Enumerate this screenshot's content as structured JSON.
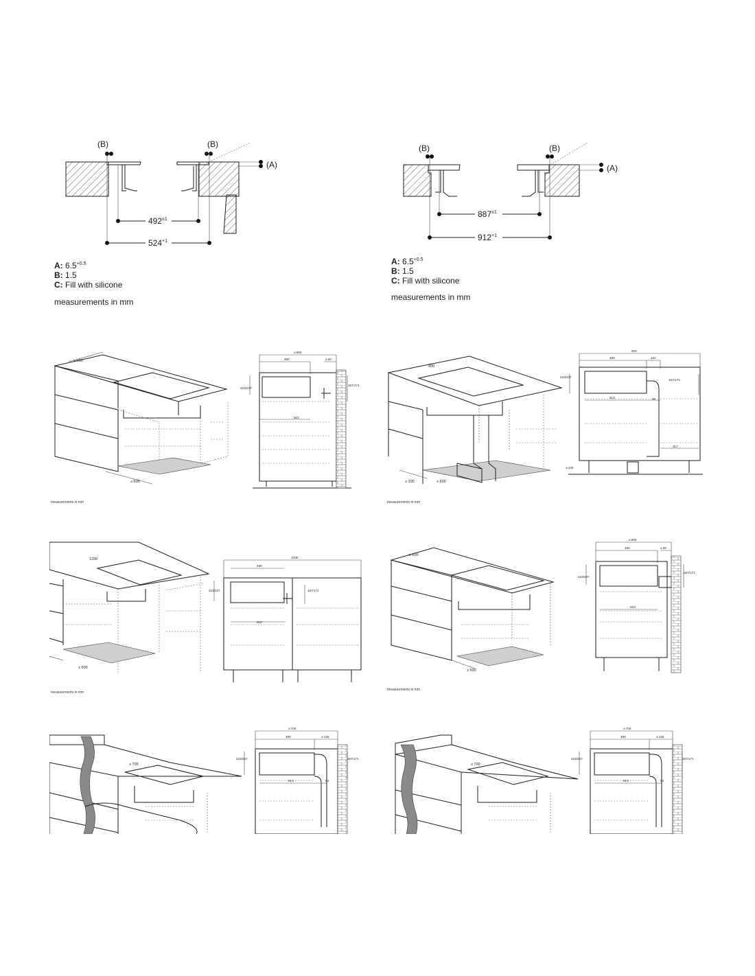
{
  "detail_left": {
    "callouts": {
      "b_left": "(B)",
      "b_right": "(B)",
      "a": "(A)"
    },
    "dims": [
      {
        "value": "492",
        "tol": "±1"
      },
      {
        "value": "524",
        "tol": "+1"
      }
    ],
    "legend": [
      {
        "key": "A",
        "text": "6.5",
        "sup": "+0.5"
      },
      {
        "key": "B",
        "text": "1.5",
        "sup": ""
      },
      {
        "key": "C",
        "text": "Fill with silicone",
        "sup": ""
      }
    ],
    "units_note": "measurements in mm"
  },
  "detail_right": {
    "callouts": {
      "b_left": "(B)",
      "b_right": "(B)",
      "a": "(A)"
    },
    "dims": [
      {
        "value": "887",
        "tol": "±1"
      },
      {
        "value": "912",
        "tol": "+1"
      }
    ],
    "legend": [
      {
        "key": "A",
        "text": "6.5",
        "sup": "+0.5"
      },
      {
        "key": "B",
        "text": "1.5",
        "sup": ""
      },
      {
        "key": "C",
        "text": "Fill with silicone",
        "sup": ""
      }
    ],
    "units_note": "measurements in mm"
  },
  "drawing_1": {
    "iso_labels": [
      "≥ 600",
      "≥ 600"
    ],
    "section_labels": [
      "≥ 600",
      "490",
      "≥ 50",
      "223/227",
      "167/171",
      "510"
    ],
    "units_note": "measurements in mm"
  },
  "drawing_2": {
    "iso_labels": [
      "900",
      "≥ 100",
      "≥ 600"
    ],
    "section_labels": [
      "900",
      "490",
      "122",
      "223/227",
      "167/171",
      "513",
      "99",
      "317",
      "≥ 100"
    ],
    "units_note": "measurements in mm"
  },
  "drawing_3": {
    "iso_labels": [
      "1200",
      "≥ 600"
    ],
    "section_labels": [
      "1200",
      "490",
      "223/227",
      "167/171",
      "510"
    ],
    "units_note": "measurements in mm"
  },
  "drawing_4": {
    "iso_labels": [
      "≥ 600",
      "≥ 600"
    ],
    "section_labels": [
      "≥ 600",
      "490",
      "≥ 50",
      "223/227",
      "167/171",
      "510"
    ],
    "units_note": "measurements in mm"
  },
  "drawing_5": {
    "iso_labels": [
      "≥ 700"
    ],
    "section_labels": [
      "≥ 700",
      "490",
      "≥ 125",
      "223/227",
      "167/171",
      "513",
      "94"
    ]
  },
  "drawing_6": {
    "iso_labels": [
      "≥ 700"
    ],
    "section_labels": [
      "≥ 700",
      "490",
      "≥ 125",
      "223/227",
      "167/171",
      "513",
      "94"
    ]
  }
}
